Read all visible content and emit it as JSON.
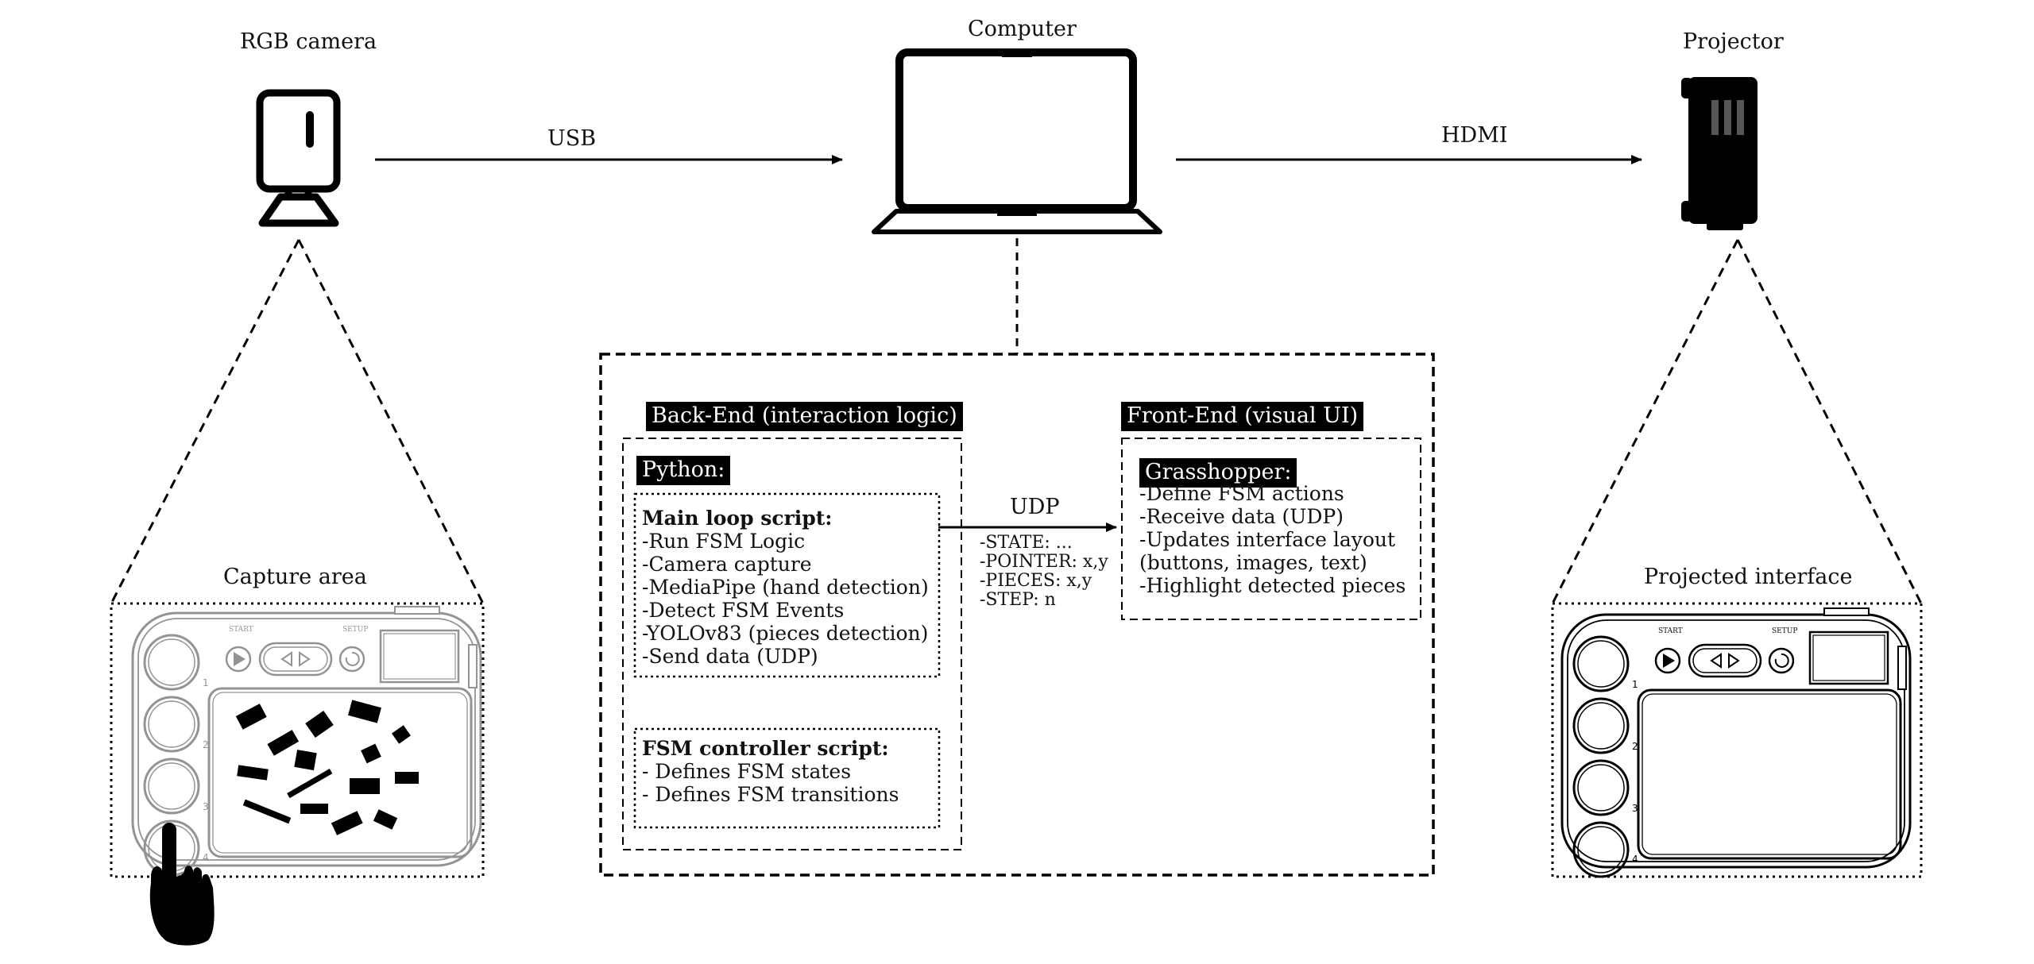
{
  "devices": {
    "camera": "RGB camera",
    "computer": "Computer",
    "projector": "Projector"
  },
  "connections": {
    "usb": "USB",
    "hdmi": "HDMI",
    "udp": "UDP"
  },
  "areas": {
    "capture": "Capture area",
    "projected": "Projected interface"
  },
  "backend": {
    "title": "Back-End (interaction logic)",
    "language": "Python:",
    "main_loop": {
      "title": "Main loop script:",
      "items": [
        "-Run FSM Logic",
        "-Camera capture",
        "-MediaPipe (hand detection)",
        "-Detect FSM Events",
        "-YOLOv83 (pieces detection)",
        "-Send data (UDP)"
      ]
    },
    "controller": {
      "title": "FSM controller script:",
      "items": [
        "- Defines FSM states",
        "- Defines FSM transitions"
      ]
    }
  },
  "udp_payload": [
    "-STATE: ...",
    "-POINTER: x,y",
    "-PIECES: x,y",
    "-STEP: n"
  ],
  "frontend": {
    "title": "Front-End (visual UI)",
    "language": "Grasshopper:",
    "items": [
      "-Define FSM actions",
      "-Receive data (UDP)",
      "-Updates interface layout",
      "(buttons, images, text)",
      "-Highlight detected pieces"
    ]
  },
  "device_ui": {
    "start_label": "START",
    "setup_label": "SETUP",
    "button_numbers": [
      "1",
      "2",
      "3",
      "4"
    ]
  }
}
